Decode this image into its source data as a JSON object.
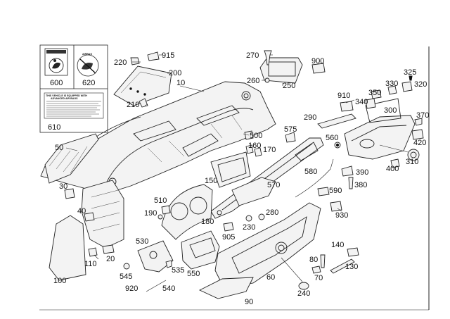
{
  "diagram": {
    "labels": {
      "l10": "10",
      "l20": "20",
      "l30": "30",
      "l40": "40",
      "l50": "50",
      "l60": "60",
      "l70": "70",
      "l80": "80",
      "l90": "90",
      "l100": "100",
      "l110": "110",
      "l130": "130",
      "l140": "140",
      "l150": "150",
      "l160": "160",
      "l170": "170",
      "l180": "180",
      "l190": "190",
      "l200": "200",
      "l210": "210",
      "l220": "220",
      "l230": "230",
      "l240": "240",
      "l250": "250",
      "l260": "260",
      "l270": "270",
      "l280": "280",
      "l290": "290",
      "l300": "300",
      "l310": "310",
      "l320": "320",
      "l325": "325",
      "l330": "330",
      "l340": "340",
      "l350": "350",
      "l370": "370",
      "l380": "380",
      "l390": "390",
      "l400": "400",
      "l420": "420",
      "l500": "500",
      "l510": "510",
      "l530": "530",
      "l535": "535",
      "l540": "540",
      "l545": "545",
      "l550": "550",
      "l560": "560",
      "l570": "570",
      "l575": "575",
      "l580": "580",
      "l590": "590",
      "l600": "600",
      "l610": "610",
      "l620": "620",
      "l900": "900",
      "l905": "905",
      "l910": "910",
      "l915": "915",
      "l920": "920",
      "l930": "930"
    },
    "label_card": {
      "line1": "THIS VEHICLE IS EQUIPPED WITH",
      "line2": "ADVANCED AIR BAGS"
    },
    "airbag_label": "AIRBAG"
  }
}
